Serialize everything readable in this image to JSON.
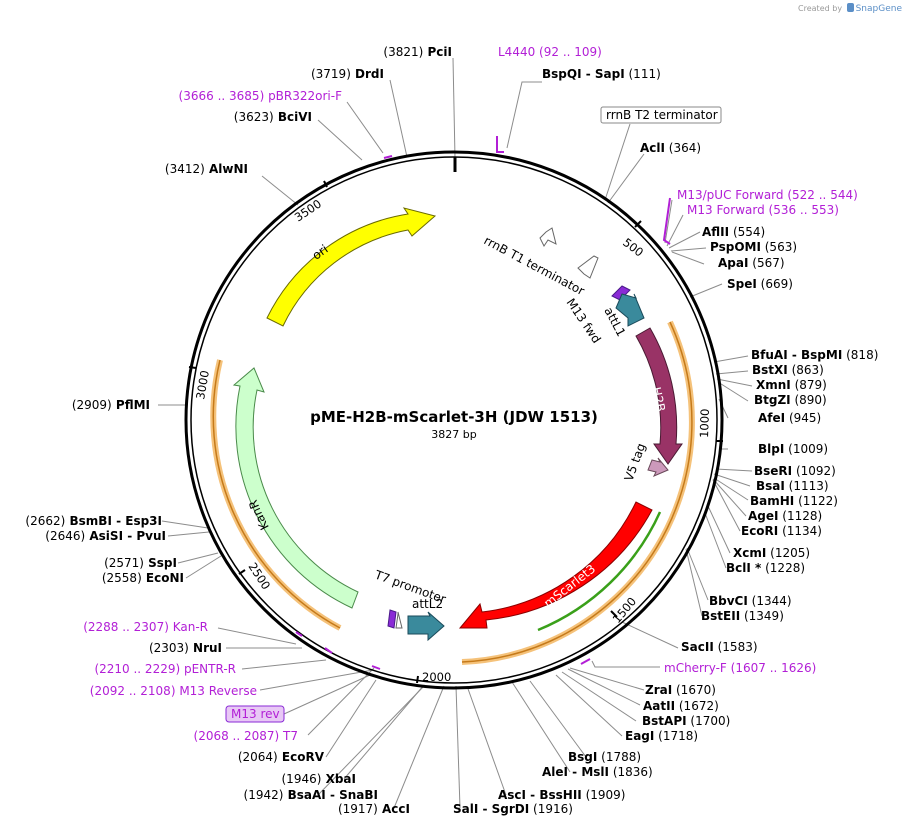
{
  "credit": {
    "prefix": "Created by",
    "brand": "SnapGene"
  },
  "plasmid": {
    "name": "pME-H2B-mScarlet-3H (JDW 1513)",
    "size": "3827 bp",
    "length": 3827
  },
  "colors": {
    "primer": "#b21fd6",
    "backbone": "#000000",
    "ori": "#ffff00",
    "kanR": "#ccffcc",
    "h2b": "#993366",
    "mscarlet": "#ff0000",
    "attL": "#3a8a9c",
    "v5": "#cc99bb",
    "orf": "#ffd080"
  },
  "ticks": [
    "500",
    "1000",
    "1500",
    "2000",
    "2500",
    "3000",
    "3500"
  ],
  "features": [
    {
      "name": "ori",
      "label": "ori"
    },
    {
      "name": "kanR",
      "label": "KanR"
    },
    {
      "name": "h2b",
      "label": "H2B"
    },
    {
      "name": "mscarlet",
      "label": "mScarlet3"
    },
    {
      "name": "rrnb-t1",
      "label": "rrnB T1 terminator"
    },
    {
      "name": "m13-fwd",
      "label": "M13 fwd"
    },
    {
      "name": "attl1",
      "label": "attL1"
    },
    {
      "name": "v5",
      "label": "V5 tag"
    },
    {
      "name": "t7-promoter",
      "label": "T7 promoter"
    },
    {
      "name": "attl2",
      "label": "attL2"
    }
  ],
  "labels": [
    {
      "kind": "enzyme",
      "pos": "(3821)",
      "name": "PciI"
    },
    {
      "kind": "primer",
      "name": "L4440",
      "pos": "(92 .. 109)"
    },
    {
      "kind": "enzyme",
      "name": "BspQI  -  SapI",
      "pos": "(111)"
    },
    {
      "kind": "enzyme",
      "pos": "(3719)",
      "name": "DrdI"
    },
    {
      "kind": "primer",
      "pos": "(3666 .. 3685)",
      "name": "pBR322ori-F"
    },
    {
      "kind": "enzyme",
      "pos": "(3623)",
      "name": "BciVI"
    },
    {
      "kind": "boxed",
      "name": "rrnB T2 terminator"
    },
    {
      "kind": "enzyme",
      "name": "AclI",
      "pos": "(364)"
    },
    {
      "kind": "enzyme",
      "pos": "(3412)",
      "name": "AlwNI"
    },
    {
      "kind": "primer",
      "name": "M13/pUC Forward",
      "pos": "(522 .. 544)"
    },
    {
      "kind": "primer",
      "name": "M13 Forward",
      "pos": "(536 .. 553)"
    },
    {
      "kind": "enzyme",
      "name": "AflII",
      "pos": "(554)"
    },
    {
      "kind": "enzyme",
      "name": "PspOMI",
      "pos": "(563)"
    },
    {
      "kind": "enzyme",
      "name": "ApaI",
      "pos": "(567)"
    },
    {
      "kind": "enzyme",
      "name": "SpeI",
      "pos": "(669)"
    },
    {
      "kind": "enzyme",
      "name": "BfuAI  -  BspMI",
      "pos": "(818)"
    },
    {
      "kind": "enzyme",
      "name": "BstXI",
      "pos": "(863)"
    },
    {
      "kind": "enzyme",
      "name": "XmnI",
      "pos": "(879)"
    },
    {
      "kind": "enzyme",
      "name": "BtgZI",
      "pos": "(890)"
    },
    {
      "kind": "enzyme",
      "name": "AfeI",
      "pos": "(945)"
    },
    {
      "kind": "enzyme",
      "pos": "(2909)",
      "name": "PflMI"
    },
    {
      "kind": "enzyme",
      "name": "BlpI",
      "pos": "(1009)"
    },
    {
      "kind": "enzyme",
      "name": "BseRI",
      "pos": "(1092)"
    },
    {
      "kind": "enzyme",
      "name": "BsaI",
      "pos": "(1113)"
    },
    {
      "kind": "enzyme",
      "name": "BamHI",
      "pos": "(1122)"
    },
    {
      "kind": "enzyme",
      "name": "AgeI",
      "pos": "(1128)"
    },
    {
      "kind": "enzyme",
      "name": "EcoRI",
      "pos": "(1134)"
    },
    {
      "kind": "enzyme",
      "pos": "(2662)",
      "name": "BsmBI  -  Esp3I"
    },
    {
      "kind": "enzyme",
      "pos": "(2646)",
      "name": "AsiSI  -  PvuI"
    },
    {
      "kind": "enzyme",
      "name": "XcmI",
      "pos": "(1205)"
    },
    {
      "kind": "enzyme",
      "name": "BclI *",
      "pos": "(1228)"
    },
    {
      "kind": "enzyme",
      "pos": "(2571)",
      "name": "SspI"
    },
    {
      "kind": "enzyme",
      "pos": "(2558)",
      "name": "EcoNI"
    },
    {
      "kind": "enzyme",
      "name": "BbvCI",
      "pos": "(1344)"
    },
    {
      "kind": "enzyme",
      "name": "BstEII",
      "pos": "(1349)"
    },
    {
      "kind": "primer",
      "pos": "(2288 .. 2307)",
      "name": "Kan-R"
    },
    {
      "kind": "enzyme",
      "pos": "(2303)",
      "name": "NruI"
    },
    {
      "kind": "enzyme",
      "name": "SacII",
      "pos": "(1583)"
    },
    {
      "kind": "primer",
      "pos": "(2210 .. 2229)",
      "name": "pENTR-R"
    },
    {
      "kind": "primer",
      "name": "mCherry-F",
      "pos": "(1607 .. 1626)"
    },
    {
      "kind": "primer",
      "pos": "(2092 .. 2108)",
      "name": "M13 Reverse"
    },
    {
      "kind": "enzyme",
      "name": "ZraI",
      "pos": "(1670)"
    },
    {
      "kind": "enzyme",
      "name": "AatII",
      "pos": "(1672)"
    },
    {
      "kind": "boxedp",
      "name": "M13 rev"
    },
    {
      "kind": "enzyme",
      "name": "BstAPI",
      "pos": "(1700)"
    },
    {
      "kind": "primer",
      "pos": "(2068 .. 2087)",
      "name": "T7"
    },
    {
      "kind": "enzyme",
      "name": "EagI",
      "pos": "(1718)"
    },
    {
      "kind": "enzyme",
      "pos": "(2064)",
      "name": "EcoRV"
    },
    {
      "kind": "enzyme",
      "name": "BsgI",
      "pos": "(1788)"
    },
    {
      "kind": "enzyme",
      "pos": "(1946)",
      "name": "XbaI"
    },
    {
      "kind": "enzyme",
      "name": "AleI  -  MslI",
      "pos": "(1836)"
    },
    {
      "kind": "enzyme",
      "pos": "(1942)",
      "name": "BsaAI  -  SnaBI"
    },
    {
      "kind": "enzyme",
      "name": "AscI  -  BssHII",
      "pos": "(1909)"
    },
    {
      "kind": "enzyme",
      "pos": "(1917)",
      "name": "AccI"
    },
    {
      "kind": "enzyme",
      "name": "SalI  -  SgrDI",
      "pos": "(1916)"
    }
  ]
}
